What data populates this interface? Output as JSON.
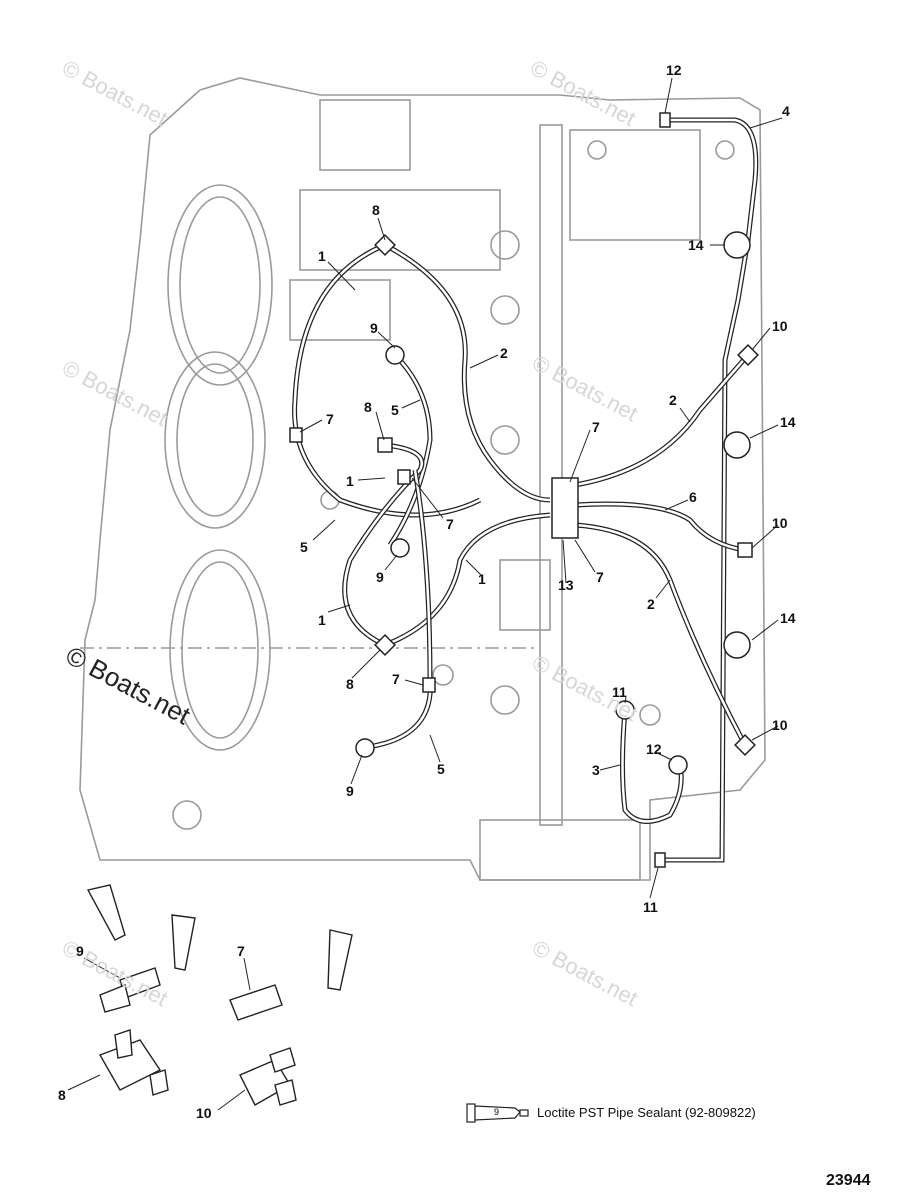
{
  "watermark": "© Boats.net",
  "figure_number": "23944",
  "legend": {
    "tube_label": "9",
    "text": "Loctite PST Pipe Sealant (92-809822)"
  },
  "callouts": {
    "c12_top": "12",
    "c4": "4",
    "c8_top": "8",
    "c1_top": "1",
    "c14_a": "14",
    "c9_a": "9",
    "c2_a": "2",
    "c10_a": "10",
    "c5_a": "5",
    "c8_mid": "8",
    "c7_a": "7",
    "c2_b": "2",
    "c7_b": "7",
    "c14_b": "14",
    "c1_mid": "1",
    "c7_c": "7",
    "c6": "6",
    "c5_b": "5",
    "c10_b": "10",
    "c9_b": "9",
    "c1_c": "1",
    "c13": "13",
    "c7_d": "7",
    "c2_c": "2",
    "c1_d": "1",
    "c14_c": "14",
    "c8_bot": "8",
    "c7_e": "7",
    "c11_a": "11",
    "c10_c": "10",
    "c12_bot": "12",
    "c3": "3",
    "c5_c": "5",
    "c9_c": "9",
    "c11_b": "11",
    "c7_part": "7",
    "c9_part": "9",
    "c8_part": "8",
    "c10_part": "10"
  },
  "colors": {
    "line": "#222222",
    "block": "#9a9a9a",
    "watermark": "#d6d6d6"
  }
}
